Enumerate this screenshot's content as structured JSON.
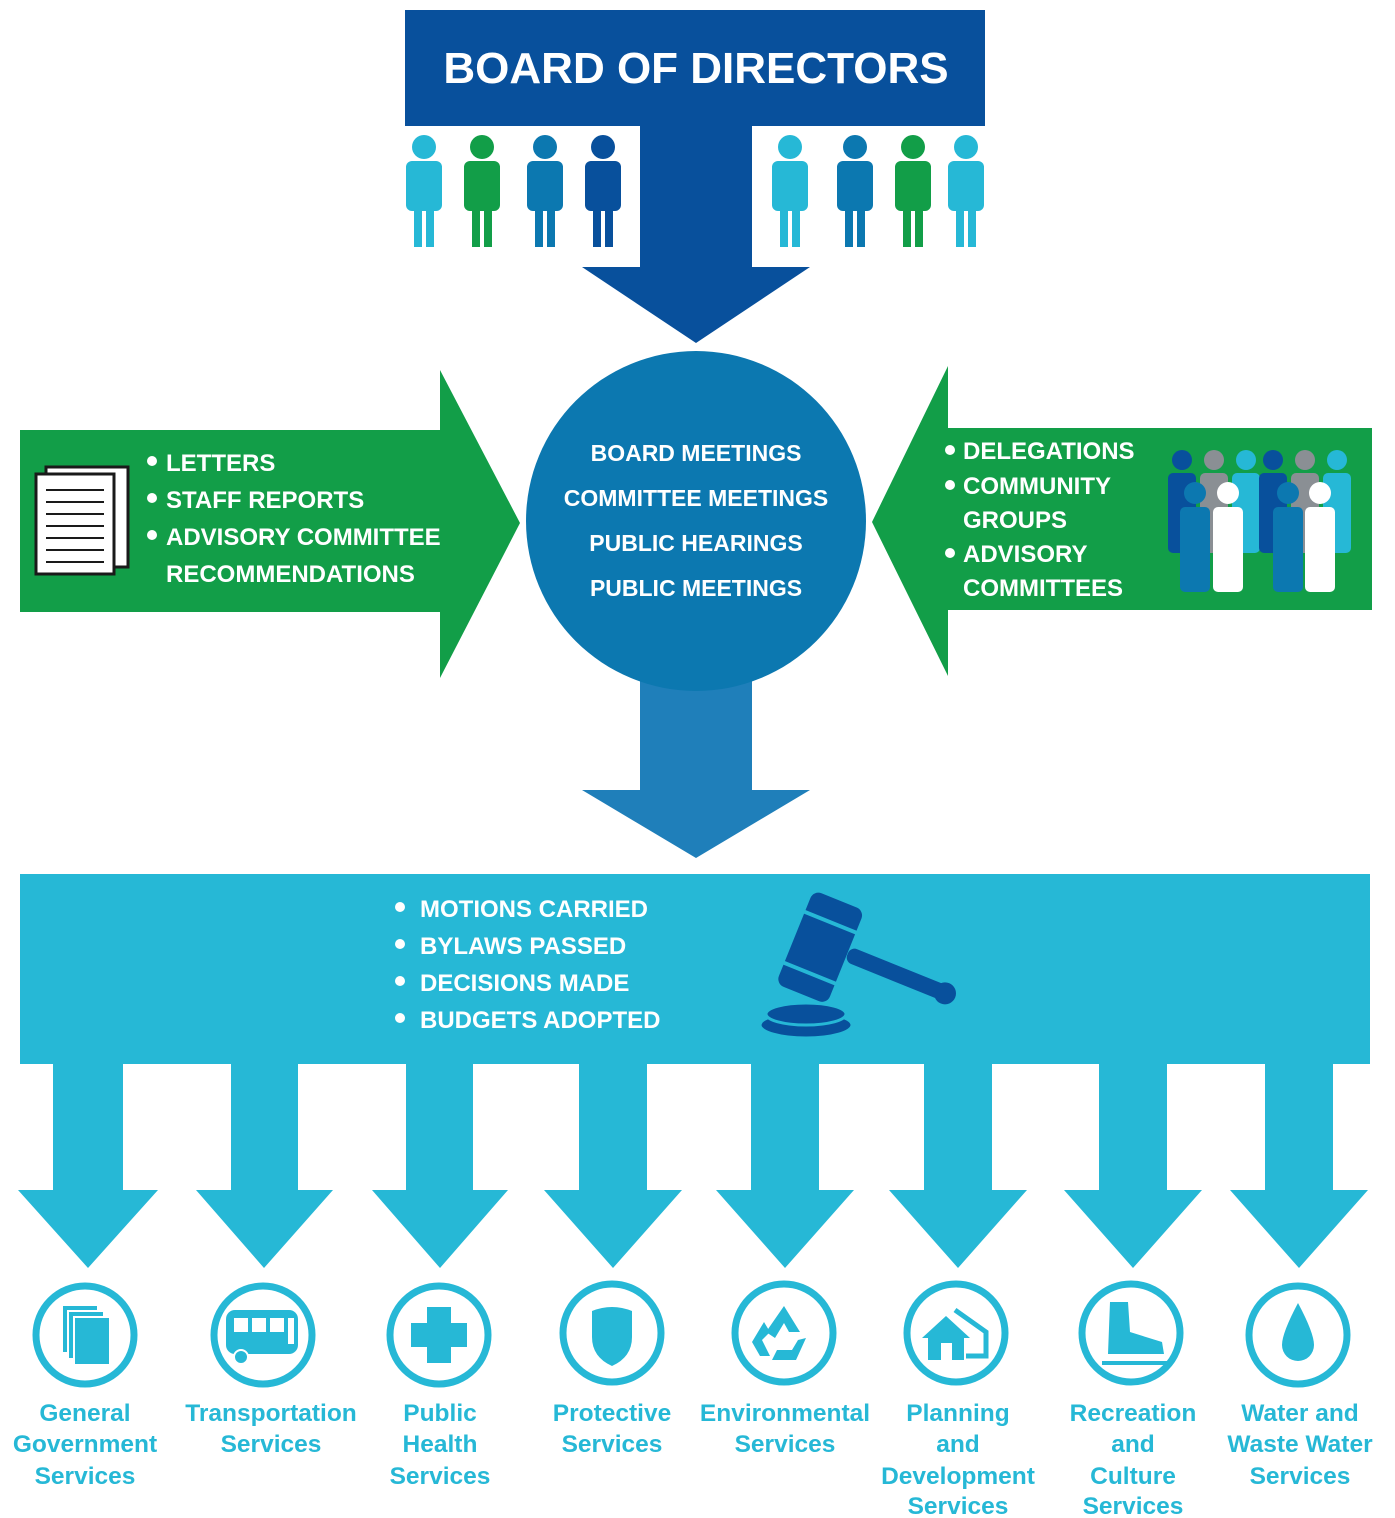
{
  "title": "BOARD OF DIRECTORS",
  "center_items": [
    "BOARD MEETINGS",
    "COMMITTEE MEETINGS",
    "PUBLIC HEARINGS",
    "PUBLIC MEETINGS"
  ],
  "left_inputs": [
    "LETTERS",
    "STAFF REPORTS",
    "ADVISORY COMMITTEE",
    "RECOMMENDATIONS"
  ],
  "right_inputs": [
    "DELEGATIONS",
    "COMMUNITY",
    "GROUPS",
    "ADVISORY",
    "COMMITTEES"
  ],
  "outcomes": [
    "MOTIONS CARRIED",
    "BYLAWS PASSED",
    "DECISIONS MADE",
    "BUDGETS ADOPTED"
  ],
  "services": [
    {
      "name": "General Government Services",
      "lines": [
        "General",
        "Government",
        "Services"
      ],
      "icon": "documents-icon"
    },
    {
      "name": "Transportation Services",
      "lines": [
        "Transportation",
        "Services"
      ],
      "icon": "bus-icon"
    },
    {
      "name": "Public Health Services",
      "lines": [
        "Public",
        "Health",
        "Services"
      ],
      "icon": "health-cross-icon"
    },
    {
      "name": "Protective Services",
      "lines": [
        "Protective",
        "Services"
      ],
      "icon": "shield-icon"
    },
    {
      "name": "Environmental Services",
      "lines": [
        "Environmental",
        "Services"
      ],
      "icon": "recycle-icon"
    },
    {
      "name": "Planning and Development Services",
      "lines": [
        "Planning",
        "and",
        "Development",
        "Services"
      ],
      "icon": "houses-icon"
    },
    {
      "name": "Recreation and Culture Services",
      "lines": [
        "Recreation",
        "and",
        "Culture",
        "Services"
      ],
      "icon": "skate-icon"
    },
    {
      "name": "Water and Waste Water Services",
      "lines": [
        "Water and",
        "Waste Water",
        "Services"
      ],
      "icon": "water-drop-icon"
    }
  ],
  "colors": {
    "navy": "#08509c",
    "mid_blue": "#0c78b0",
    "green": "#129e48",
    "cyan": "#26b8d6",
    "teal": "#1f8fbf"
  }
}
